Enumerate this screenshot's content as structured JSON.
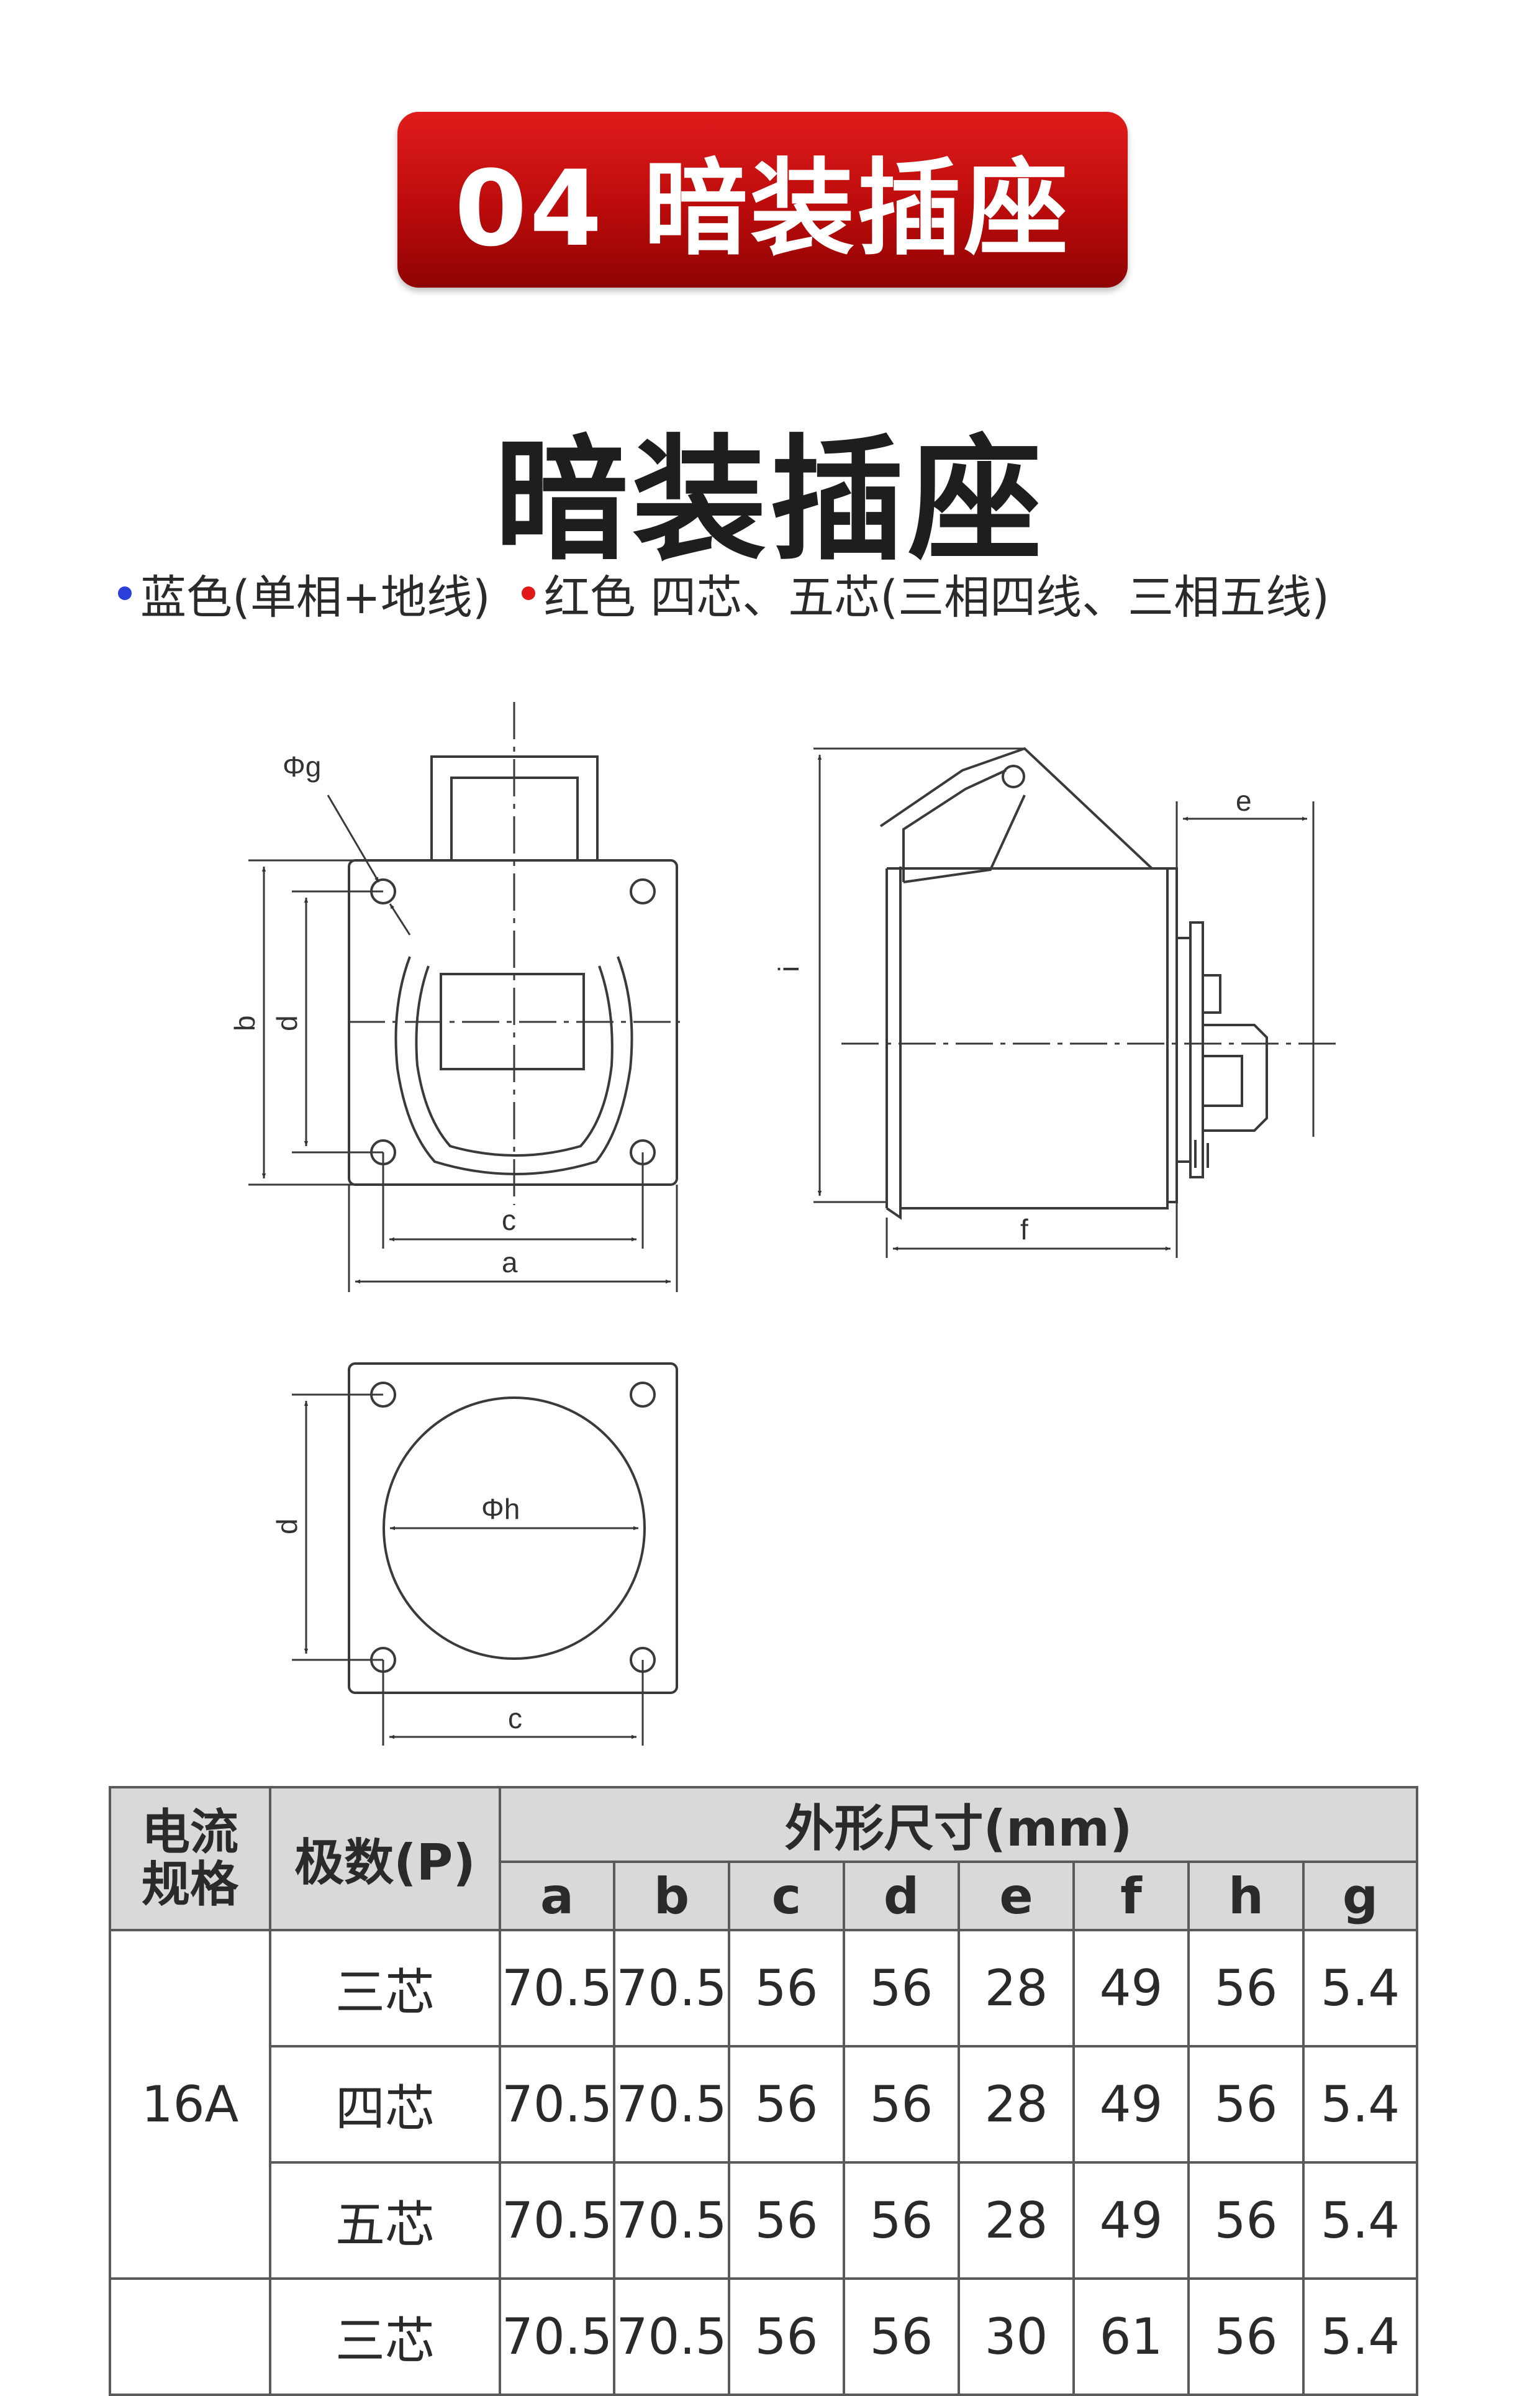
{
  "banner": {
    "text": "04 暗装插座"
  },
  "title": "暗装插座",
  "legend": {
    "blue_dot_color": "#2a3fd8",
    "red_dot_color": "#e01818",
    "blue_text": "蓝色(单相+地线)",
    "red_text": "红色 四芯、五芯(三相四线、三相五线)"
  },
  "drawing_labels": {
    "phi_g": "Φg",
    "b": "b",
    "d": "d",
    "c": "c",
    "a": "a",
    "e": "e",
    "i": "i",
    "f": "f",
    "phi_h": "Φh"
  },
  "table": {
    "header_current": "电流\n规格",
    "header_poles": "极数(P)",
    "header_dims": "外形尺寸(mm)",
    "columns": [
      "a",
      "b",
      "c",
      "d",
      "e",
      "f",
      "h",
      "g"
    ],
    "groups": [
      {
        "current": "16A",
        "rows": [
          {
            "poles": "三芯",
            "values": [
              "70.5",
              "70.5",
              "56",
              "56",
              "28",
              "49",
              "56",
              "5.4"
            ]
          },
          {
            "poles": "四芯",
            "values": [
              "70.5",
              "70.5",
              "56",
              "56",
              "28",
              "49",
              "56",
              "5.4"
            ]
          },
          {
            "poles": "五芯",
            "values": [
              "70.5",
              "70.5",
              "56",
              "56",
              "28",
              "49",
              "56",
              "5.4"
            ]
          }
        ]
      },
      {
        "current": "",
        "rows": [
          {
            "poles": "三芯",
            "values": [
              "70.5",
              "70.5",
              "56",
              "56",
              "30",
              "61",
              "56",
              "5.4"
            ]
          }
        ]
      }
    ]
  }
}
